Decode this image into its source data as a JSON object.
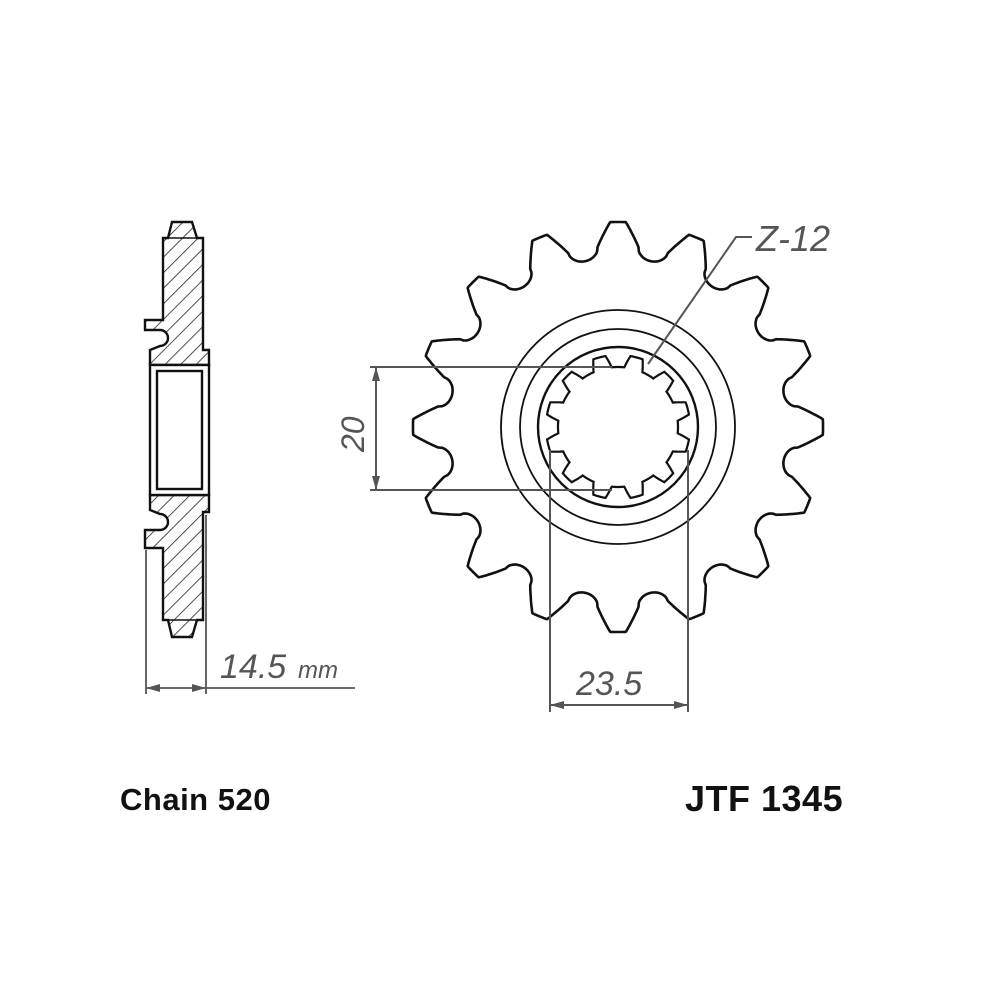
{
  "part": {
    "chain_label": "Chain 520",
    "part_number": "JTF 1345",
    "teeth_count": 16,
    "spline_count": 12
  },
  "dimensions": {
    "spline_label": "Z-12",
    "inner_diameter": "20",
    "hub_diameter": "23.5",
    "offset_value": "14.5",
    "offset_unit": "mm"
  },
  "colors": {
    "outline": "#111111",
    "dimension": "#555555"
  }
}
